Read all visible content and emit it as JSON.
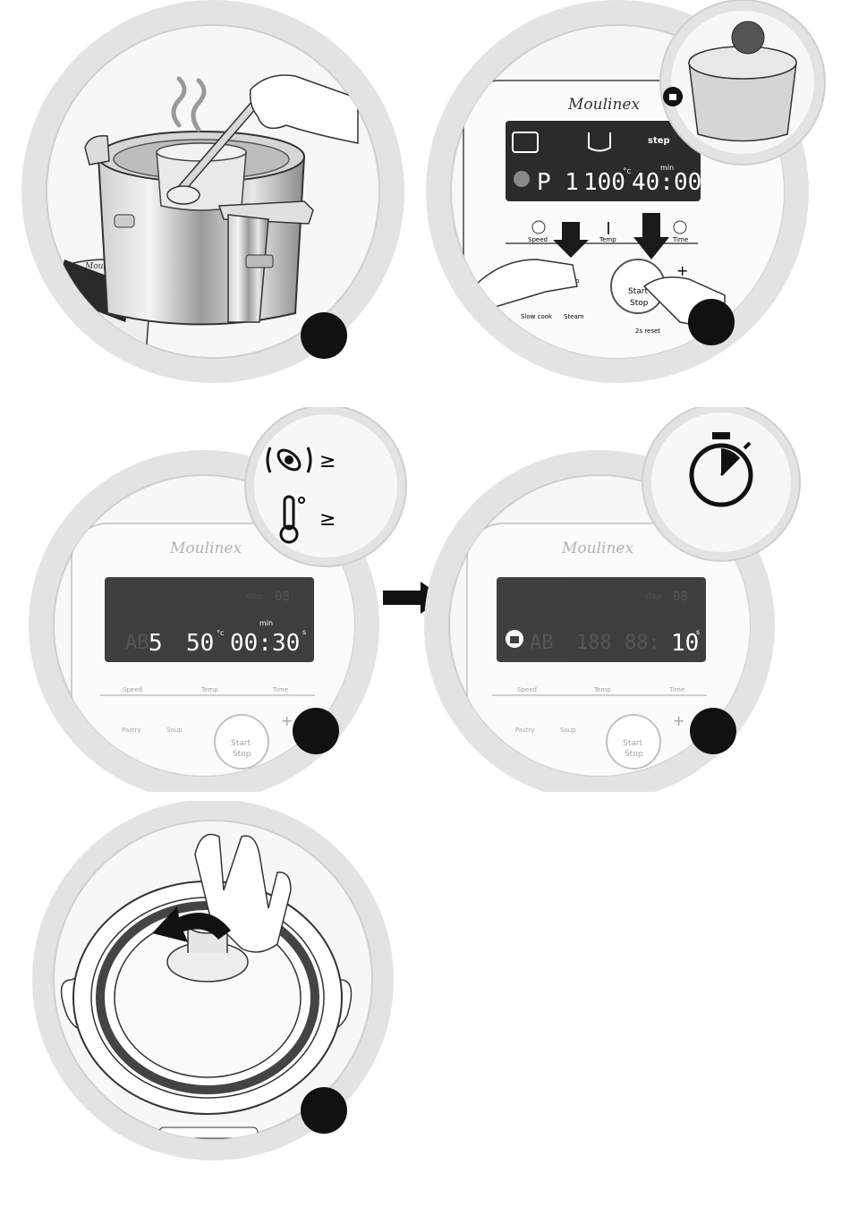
{
  "brand": "Moulinex",
  "lock_icon": "padlock-icon",
  "panel2": {
    "display": {
      "steps_label": "step",
      "program": "P 1",
      "temp": "100",
      "temp_unit": "°c",
      "time_unit": "min",
      "time": "40:00"
    },
    "buttons": {
      "speed": "Speed",
      "temp": "Temp",
      "time": "Time",
      "soup": "Soup",
      "slow_cook": "Slow cook",
      "steam": "Steam",
      "start_1": "Start",
      "start_2": "Stop",
      "plus": "+",
      "reset": "2s reset"
    }
  },
  "panel3": {
    "compare_symbol": "≥",
    "display": {
      "steps_label": "step",
      "steps_value": "08",
      "program": "AB",
      "speed": "5",
      "temp": "50",
      "temp_unit": "°c",
      "time_unit": "min",
      "time": "00:30",
      "seconds_unit": "s"
    },
    "buttons": {
      "speed": "Speed",
      "temp": "Temp",
      "time": "Time",
      "pastry": "Pastry",
      "soup": "Soup",
      "start_1": "Start",
      "start_2": "Stop",
      "plus": "+"
    }
  },
  "panel4": {
    "display": {
      "steps_label": "step",
      "steps_value": "08",
      "program": "AB",
      "speed": "188",
      "time_ghost": "88:",
      "time": "10",
      "seconds_unit": "s"
    },
    "buttons": {
      "speed": "Speed",
      "temp": "Temp",
      "time": "Time",
      "pastry": "Pastry",
      "soup": "Soup",
      "start_1": "Start",
      "start_2": "Stop",
      "plus": "+"
    }
  }
}
